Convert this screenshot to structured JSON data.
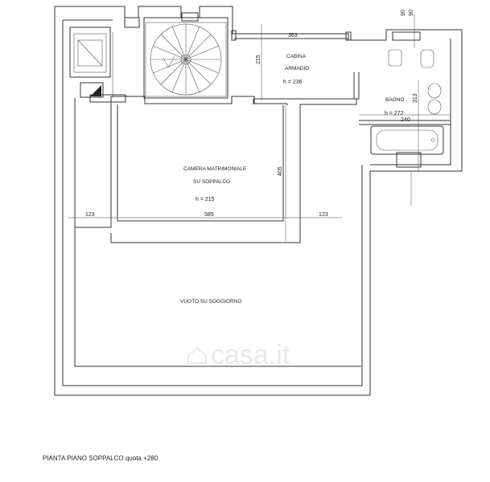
{
  "rooms": {
    "bedroom_line1": "CAMERA MATRIMONIALE",
    "bedroom_line2": "SU SOPPALCO",
    "bedroom_height": "h = 215",
    "closet_line1": "CABINA",
    "closet_line2": "ARMADIO",
    "closet_height": "h = 236",
    "bath_name": "BAGNO",
    "bath_height": "h = 272",
    "void": "VUOTO SU SOGGIORNO"
  },
  "dimensions": {
    "closet_width": "363",
    "closet_depth": "215",
    "bath_depth": "313",
    "bath_width": "240",
    "top_90_a": "90",
    "top_90_b": "90",
    "bedroom_depth": "405",
    "left_setback": "123",
    "opening_width": "585",
    "right_setback": "123"
  },
  "watermark": "casa.it",
  "caption": "PIANTA PIANO SOPPALCO quota +280"
}
